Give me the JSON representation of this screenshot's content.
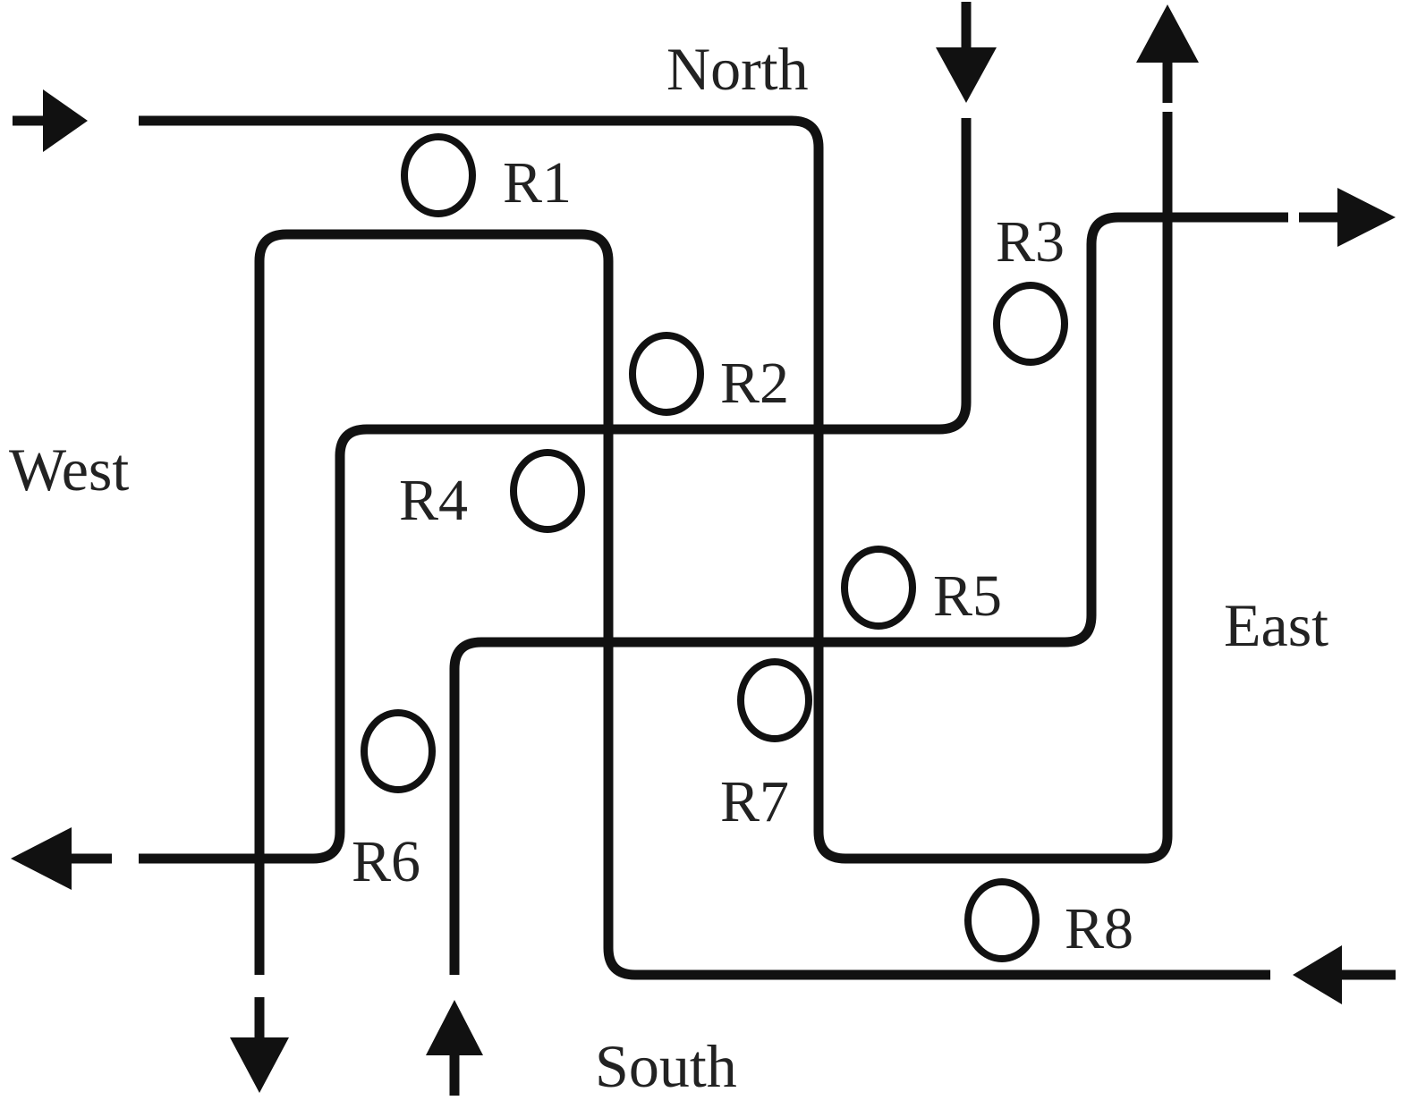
{
  "diagram": {
    "type": "intersection-routing",
    "directions": {
      "north": "North",
      "south": "South",
      "east": "East",
      "west": "West"
    },
    "routes": [
      {
        "id": "R1",
        "label": "R1"
      },
      {
        "id": "R2",
        "label": "R2"
      },
      {
        "id": "R3",
        "label": "R3"
      },
      {
        "id": "R4",
        "label": "R4"
      },
      {
        "id": "R5",
        "label": "R5"
      },
      {
        "id": "R6",
        "label": "R6"
      },
      {
        "id": "R7",
        "label": "R7"
      },
      {
        "id": "R8",
        "label": "R8"
      }
    ],
    "flows": [
      {
        "from": "West",
        "to": "North"
      },
      {
        "from": "North",
        "to": "West"
      },
      {
        "from": "East",
        "to": "South"
      },
      {
        "from": "South",
        "to": "East"
      }
    ],
    "colors": {
      "line": "#111111",
      "text": "#222222",
      "background": "#ffffff"
    }
  }
}
